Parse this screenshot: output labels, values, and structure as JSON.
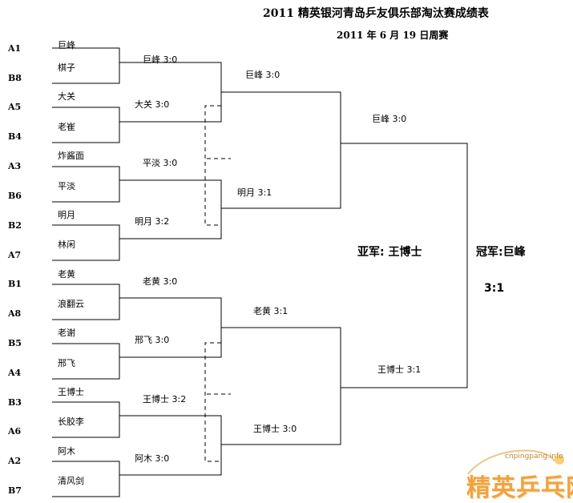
{
  "title": "2011 精英银河青岛乒友俱乐部淘汰赛成绩表",
  "subtitle": "2011 年 6 月 19 日周赛",
  "seeds": [
    "A1",
    "B8",
    "A5",
    "B4",
    "A3",
    "B6",
    "B2",
    "A7",
    "B1",
    "A8",
    "B5",
    "A4",
    "B3",
    "A6",
    "A2",
    "B7"
  ],
  "players": [
    "巨峰",
    "棋子",
    "大关",
    "老崔",
    "炸酱面",
    "平淡",
    "明月",
    "林闲",
    "老黄",
    "浪翻云",
    "老谢",
    "邢飞",
    "王博士",
    "长胶李",
    "阿木",
    "清风剑"
  ],
  "round1": [
    "巨峰 3:0",
    "大关 3:0",
    "平淡 3:0",
    "明月 3:2",
    "老黄 3:0",
    "邢飞 3:0",
    "王博士 3:2",
    "阿木 3:0"
  ],
  "round2": [
    "巨峰 3:0",
    "明月 3:1",
    "老黄 3:1",
    "王博士 3:0"
  ],
  "semifinal": [
    "巨峰 3:0",
    "王博士 3:1"
  ],
  "runner_up": "亚军:  王博士",
  "champion": "冠军:巨峰",
  "final_score": "3:1",
  "watermark": {
    "site": "cnpingpang.info",
    "logo": "精英乒乓网"
  }
}
